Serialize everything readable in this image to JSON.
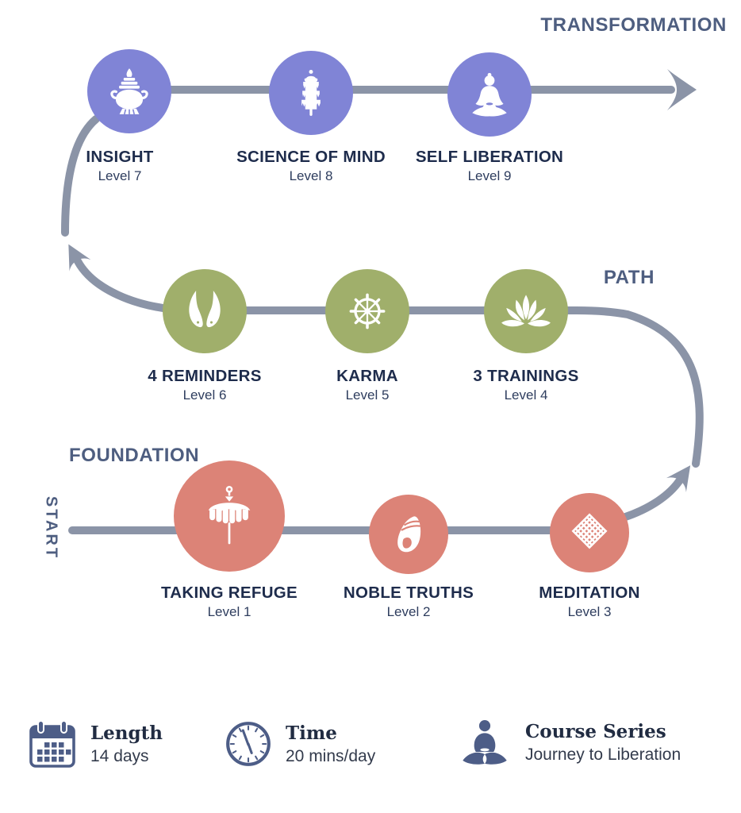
{
  "title": "Journey to Liberation course path infographic",
  "palette": {
    "transformation_circle": "#8084d6",
    "path_circle": "#a0af6b",
    "foundation_circle": "#dc8377",
    "connector": "#8b94a7",
    "heading_text": "#4e5e80",
    "node_name_text": "#1e2c4c",
    "level_text": "#2e3d5e",
    "footer_icon": "#4d5d87",
    "footer_title_text": "#212c42",
    "footer_value_text": "#333b4c"
  },
  "start_label": "START",
  "sections": {
    "transformation": {
      "heading": "TRANSFORMATION",
      "items": [
        {
          "name": "INSIGHT",
          "level": "Level 7",
          "icon": "treasure-vase"
        },
        {
          "name": "SCIENCE OF MIND",
          "level": "Level 8",
          "icon": "victory-banner"
        },
        {
          "name": "SELF LIBERATION",
          "level": "Level 9",
          "icon": "buddha"
        }
      ]
    },
    "path": {
      "heading": "PATH",
      "items": [
        {
          "name": "4 REMINDERS",
          "level": "Level 6",
          "icon": "golden-fish"
        },
        {
          "name": "KARMA",
          "level": "Level 5",
          "icon": "dharma-wheel"
        },
        {
          "name": "3 TRAININGS",
          "level": "Level 4",
          "icon": "lotus"
        }
      ]
    },
    "foundation": {
      "heading": "FOUNDATION",
      "items": [
        {
          "name": "TAKING REFUGE",
          "level": "Level 1",
          "icon": "parasol"
        },
        {
          "name": "NOBLE TRUTHS",
          "level": "Level 2",
          "icon": "conch-shell"
        },
        {
          "name": "MEDITATION",
          "level": "Level 3",
          "icon": "endless-knot"
        }
      ]
    }
  },
  "footer": {
    "items": [
      {
        "icon": "calendar",
        "title": "Length",
        "value": "14 days"
      },
      {
        "icon": "clock",
        "title": "Time",
        "value": "20 mins/day"
      },
      {
        "icon": "meditator",
        "title": "Course Series",
        "value": "Journey to Liberation"
      }
    ]
  }
}
